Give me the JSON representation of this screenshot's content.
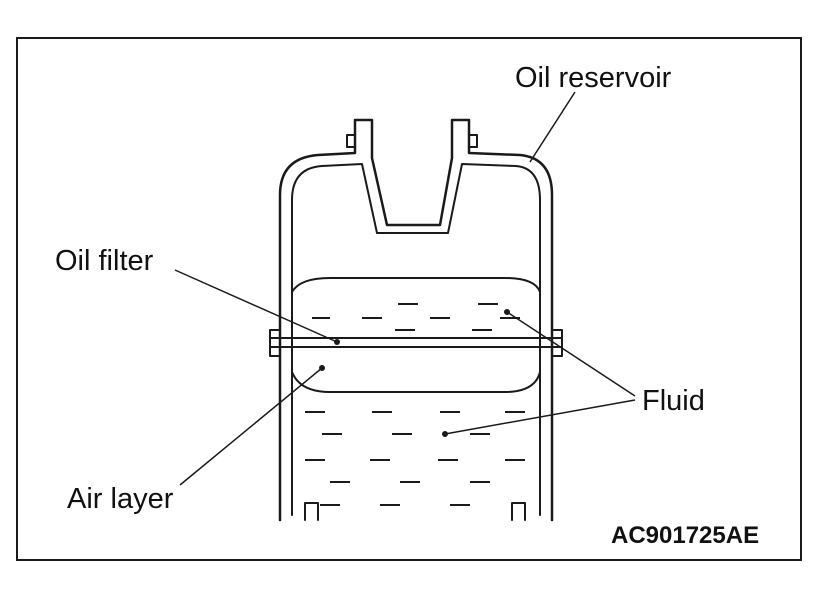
{
  "labels": {
    "oil_reservoir": "Oil reservoir",
    "oil_filter": "Oil filter",
    "fluid": "Fluid",
    "air_layer": "Air layer",
    "figure_code": "AC901725AE"
  },
  "colors": {
    "line": "#1a1a1a",
    "background": "#ffffff"
  }
}
